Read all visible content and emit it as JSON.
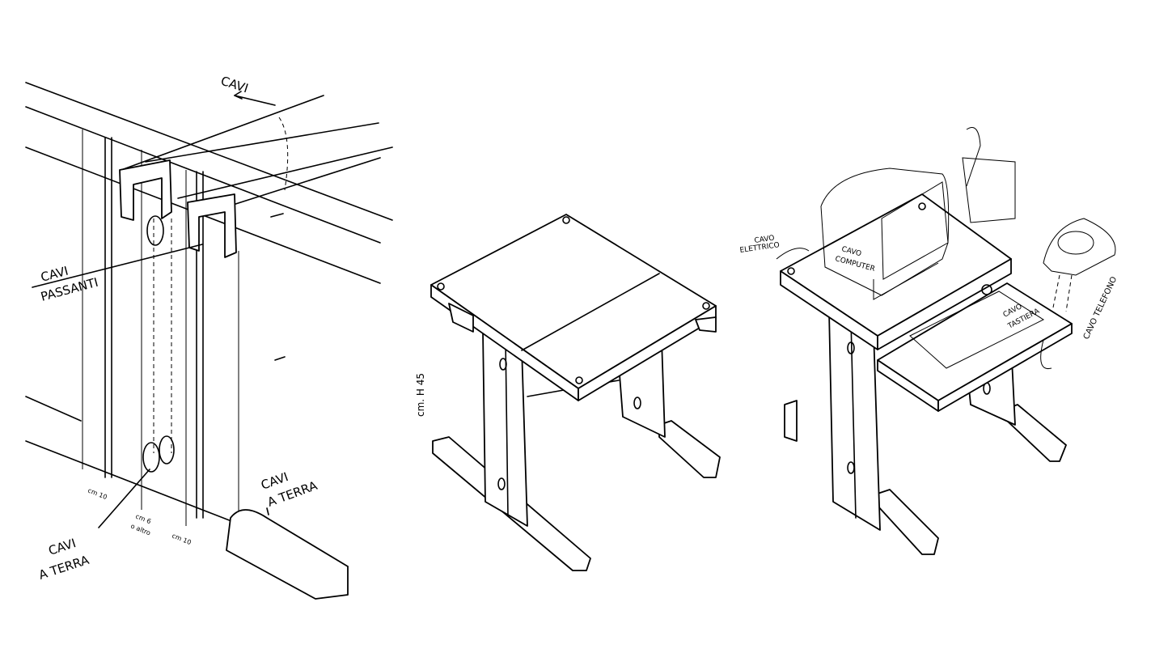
{
  "left_detail": {
    "cavi_top": "CAVI",
    "cavi_passanti_1": "CAVI",
    "cavi_passanti_2": "PASSANTI",
    "cavi_a_terra_left_1": "CAVI",
    "cavi_a_terra_left_2": "A TERRA",
    "cavi_a_terra_right_1": "CAVI",
    "cavi_a_terra_right_2": "A TERRA",
    "dim_1": "cm 10",
    "dim_2a": "cm 6",
    "dim_2b": "o altro",
    "dim_3": "cm 10"
  },
  "middle_desk": {
    "height_label": "cm. H 45"
  },
  "right_desk": {
    "cavo_elettrico_1": "CAVO",
    "cavo_elettrico_2": "ELETTRICO",
    "cavo_computer_1": "CAVO",
    "cavo_computer_2": "COMPUTER",
    "cavo_tastiera_1": "CAVO",
    "cavo_tastiera_2": "TASTIERA",
    "cavo_telefono": "CAVO TELEFONO"
  }
}
